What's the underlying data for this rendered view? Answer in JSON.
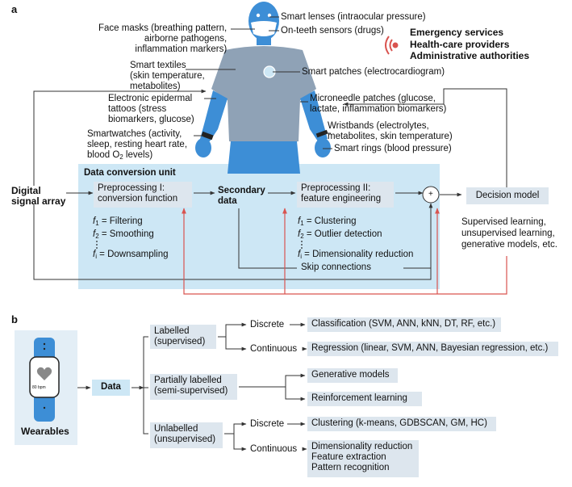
{
  "panel_a": {
    "label": "a",
    "sensors_left": [
      "Face masks (breathing pattern,",
      "airborne pathogens,",
      "inflammation markers)",
      "Smart textiles",
      "(skin temperature,",
      "metabolites)",
      "Electronic epidermal",
      "tattoos (stress",
      "biomarkers, glucose)",
      "Smartwatches (activity,",
      "sleep, resting heart rate,",
      "blood O",
      "2",
      " levels)"
    ],
    "sensors_right": [
      "Smart lenses (intraocular pressure)",
      "On-teeth sensors (drugs)",
      "Smart patches (electrocardiogram)",
      "Microneedle patches (glucose,",
      "lactate, inflammation biomarkers)",
      "Wristbands (electrolytes,",
      "metabolites, skin temperature)",
      "Smart rings (blood pressure)"
    ],
    "alerts": [
      "Emergency services",
      "Health-care providers",
      "Administrative authorities"
    ],
    "digital_signal": [
      "Digital",
      "signal array"
    ],
    "dcu_title": "Data conversion unit",
    "pre1": [
      "Preprocessing I:",
      "conversion function"
    ],
    "secondary": [
      "Secondary",
      "data"
    ],
    "pre2": [
      "Preprocessing II:",
      "feature engineering"
    ],
    "plus": "+",
    "decision": "Decision model",
    "models": [
      "Supervised learning,",
      "unsupervised learning,",
      "generative models, etc."
    ],
    "f_symbol": "f",
    "f1_sub": "1",
    "f2_sub": "2",
    "fi_sub": "i",
    "f_left": [
      " = Filtering",
      " = Smoothing",
      " = Downsampling"
    ],
    "f_right": [
      " = Clustering",
      " = Outlier detection",
      " = Dimensionality reduction"
    ],
    "skip": "Skip connections"
  },
  "panel_b": {
    "label": "b",
    "wearable_label": "Wearables",
    "watch_bpm": "80 bpm",
    "data": "Data",
    "labelled": [
      "Labelled",
      "(supervised)"
    ],
    "partial": [
      "Partially labelled",
      "(semi-supervised)"
    ],
    "unlabelled": [
      "Unlabelled",
      "(unsupervised)"
    ],
    "discrete": "Discrete",
    "continuous": "Continuous",
    "classification": "Classification (SVM, ANN, kNN, DT, RF, etc.)",
    "regression": "Regression (linear, SVM, ANN, Bayesian regression, etc.)",
    "generative": "Generative models",
    "reinforcement": "Reinforcement learning",
    "clustering": "Clustering (k-means, GDBSCAN, GM, HC)",
    "unsup_cont": [
      "Dimensionality reduction",
      "Feature extraction",
      "Pattern recognition"
    ]
  },
  "colors": {
    "body": "#3d8ed6",
    "panel_bg": "#cde7f5",
    "box_bg": "#dde6ee",
    "red": "#d9534f",
    "wearable_bg": "#e3eef6"
  }
}
